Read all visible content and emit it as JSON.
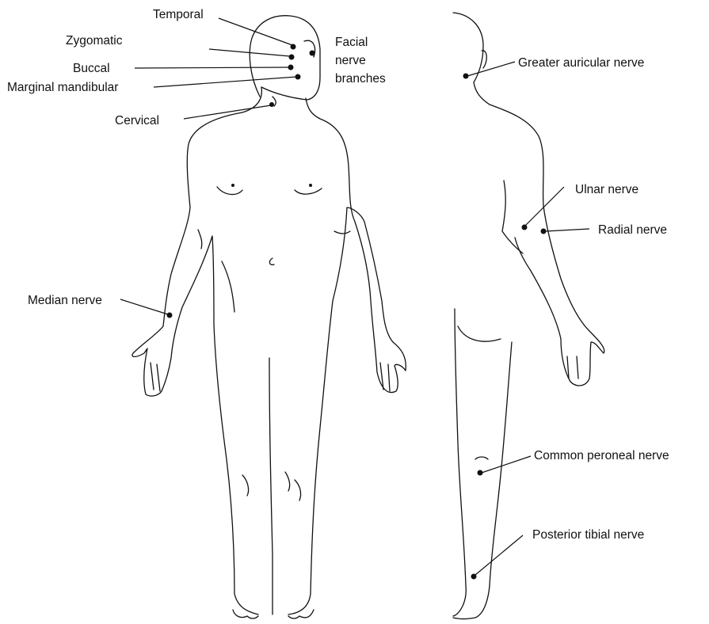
{
  "figure": {
    "facial_group": {
      "lines": [
        "Facial",
        "nerve",
        "branches"
      ],
      "branches": {
        "temporal": "Temporal",
        "zygomatic": "Zygomatic",
        "buccal": "Buccal",
        "marginal_mandibular": "Marginal mandibular",
        "cervical": "Cervical"
      }
    },
    "front_labels": {
      "median": "Median nerve"
    },
    "back_labels": {
      "greater_auricular": "Greater auricular nerve",
      "ulnar": "Ulnar nerve",
      "radial": "Radial nerve",
      "common_peroneal": "Common peroneal nerve",
      "posterior_tibial": "Posterior tibial nerve"
    }
  }
}
